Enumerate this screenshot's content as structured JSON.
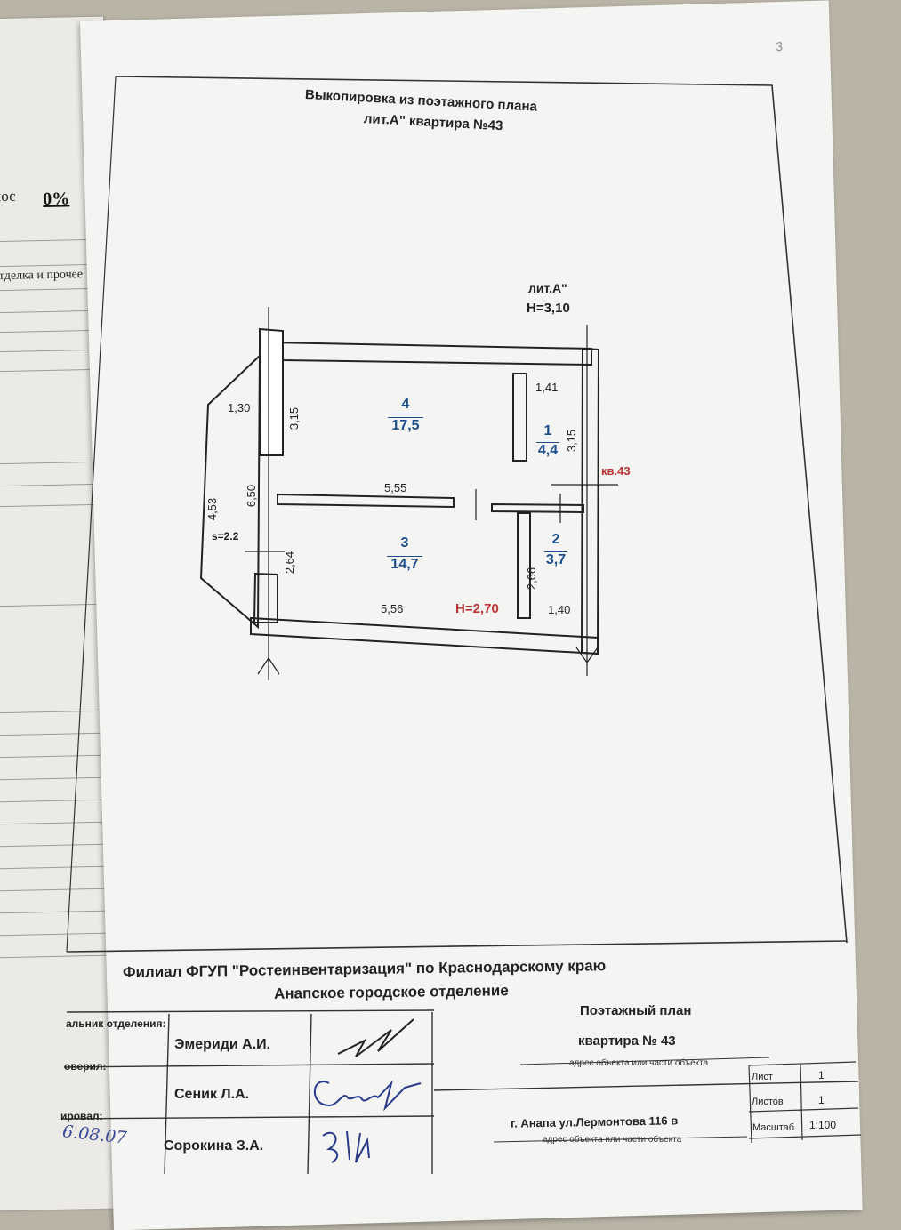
{
  "page_number": "3",
  "side_sheet": {
    "frag_nos": "нос",
    "percent": "0%",
    "frag_finish": "отделка и прочее"
  },
  "header": {
    "line1": "Выкопировка из поэтажного плана",
    "line2": "лит.А\" квартира №43"
  },
  "plan": {
    "lit_label": "лит.А\"",
    "height_label": "Н=3,10",
    "kv_label": "кв.43",
    "balcony_area": "s=2.2",
    "room_height": "Н=2,70",
    "rooms": [
      {
        "number": "4",
        "area": "17,5"
      },
      {
        "number": "1",
        "area": "4,4"
      },
      {
        "number": "3",
        "area": "14,7"
      },
      {
        "number": "2",
        "area": "3,7"
      }
    ],
    "dims": {
      "balcony_top": "1,30",
      "balcony_side": "4,53",
      "left_total": "6,50",
      "room4_height": "3,15",
      "room1_width": "1,41",
      "room1_height": "3,15",
      "room4_width": "5,55",
      "room3_height": "2,64",
      "room3_width": "5,56",
      "room2_height": "2,66",
      "room2_width": "1,40"
    }
  },
  "stamp": {
    "org1": "Филиал ФГУП \"Ростеинвентаризация\" по Краснодарскому краю",
    "org2": "Анапское городское отделение",
    "role1": "альник отделения:",
    "role2": "оверил:",
    "role3": "ировал:",
    "name1": "Эмериди А.И.",
    "name2": "Сеник Л.А.",
    "name3": "Сорокина З.А.",
    "date_handwritten": "6.08.07",
    "doc_title": "Поэтажный план",
    "doc_subtitle": "квартира № 43",
    "address_caption": "адрес объекта или части объекта",
    "address": "г. Анапа ул.Лермонтова 116 в",
    "address_caption2": "адрес объекта или части объекта",
    "sheet_label": "Лист",
    "sheet_value": "1",
    "sheets_label": "Листов",
    "sheets_value": "1",
    "scale_label": "Масштаб",
    "scale_value": "1:100"
  }
}
